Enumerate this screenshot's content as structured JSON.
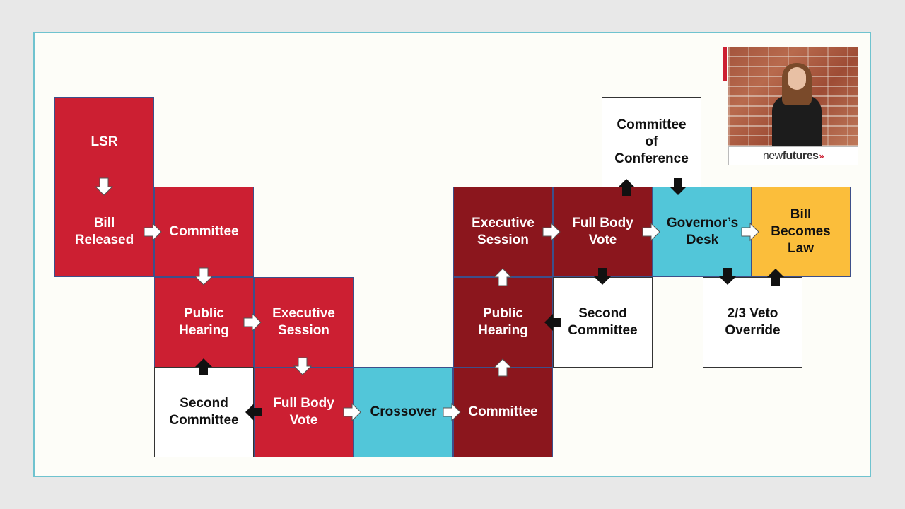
{
  "boxes": {
    "lsr": "LSR",
    "bill_released": "Bill\nReleased",
    "committee_1": "Committee",
    "public_hearing_1": "Public\nHearing",
    "executive_session_1": "Executive\nSession",
    "second_committee_1": "Second\nCommittee",
    "full_body_vote_1": "Full Body\nVote",
    "crossover": "Crossover",
    "committee_2": "Committee",
    "public_hearing_2": "Public\nHearing",
    "executive_session_2": "Executive\nSession",
    "full_body_vote_2": "Full Body\nVote",
    "second_committee_2": "Second\nCommittee",
    "committee_of_conference": "Committee\nof\nConference",
    "governors_desk": "Governor’s\nDesk",
    "bill_becomes_law": "Bill\nBecomes\nLaw",
    "veto_override": "2/3 Veto\nOverride"
  },
  "video": {
    "logo_light": "new",
    "logo_bold": "futures",
    "logo_chevrons": "»"
  },
  "colors": {
    "red": "#cc1f32",
    "maroon": "#8b161d",
    "teal": "#52c6d9",
    "gold": "#fbbe3b",
    "frame_border": "#6fc3cf"
  }
}
